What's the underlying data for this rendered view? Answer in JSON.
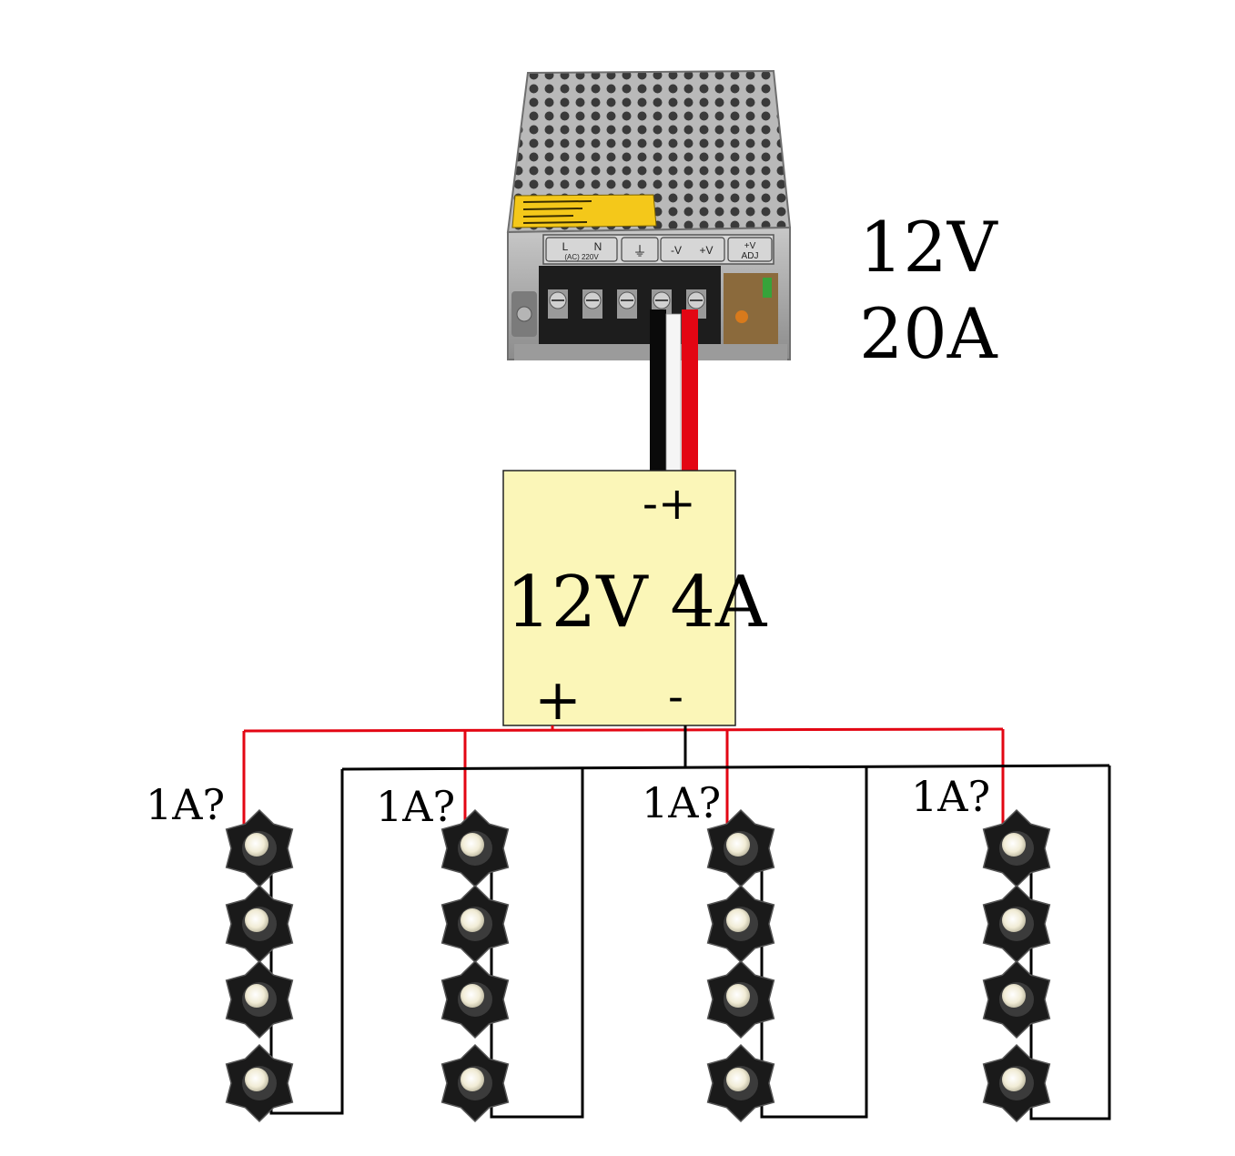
{
  "colors": {
    "background": "#ffffff",
    "wire_positive": "#e30613",
    "wire_negative": "#000000",
    "driver_box_fill": "#fbf6b8",
    "psu_body": "#a9a9a9",
    "led_board": "#1a1a1a",
    "led_lens": "#f4f1e2"
  },
  "psu": {
    "terminal_labels": {
      "l": "L",
      "n": "N",
      "ac": "(AC) 220V",
      "ground": "⏚",
      "minus_v": "-V",
      "plus_v": "+V",
      "adj_top": "+V",
      "adj_bottom": "ADJ"
    },
    "warning_label": "",
    "rating_voltage": "12V",
    "rating_current": "20A"
  },
  "driver": {
    "input_polarity": "-+",
    "rating": "12V 4A",
    "output_plus": "+",
    "output_minus": "-"
  },
  "strings": [
    {
      "current_label": "1A?",
      "led_count": 4
    },
    {
      "current_label": "1A?",
      "led_count": 4
    },
    {
      "current_label": "1A?",
      "led_count": 4
    },
    {
      "current_label": "1A?",
      "led_count": 4
    }
  ]
}
